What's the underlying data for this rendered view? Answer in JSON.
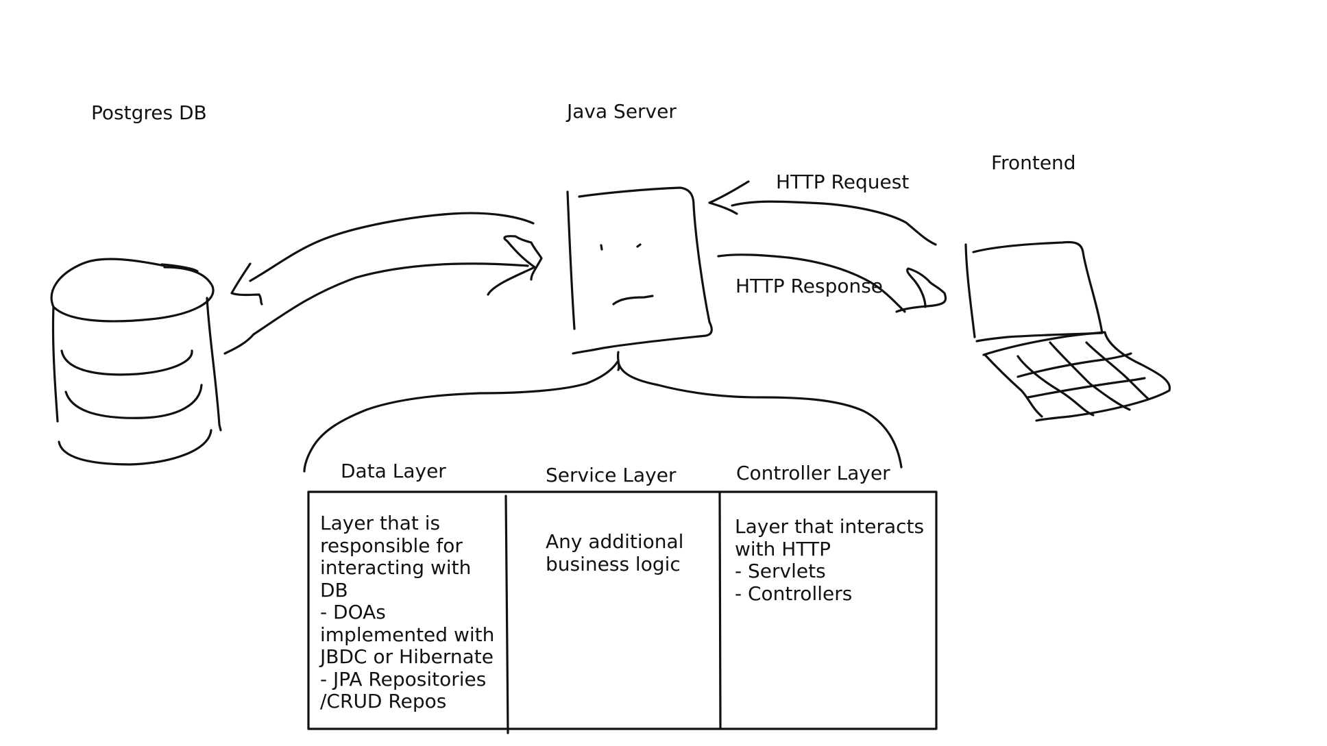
{
  "labels": {
    "postgres": "Postgres DB",
    "java_server": "Java Server",
    "frontend": "Frontend",
    "http_request": "HTTP Request",
    "http_response": "HTTP Response"
  },
  "layers": {
    "data": {
      "title": "Data Layer",
      "body": "Layer that is\nresponsible for\ninteracting with\nDB\n- DOAs\nimplemented with\nJBDC or Hibernate\n- JPA Repositories\n/CRUD Repos"
    },
    "service": {
      "title": "Service Layer",
      "body": "Any additional\nbusiness logic"
    },
    "controller": {
      "title": "Controller Layer",
      "body": "Layer that interacts\nwith HTTP\n- Servlets\n- Controllers"
    }
  },
  "icons": [
    "database-icon",
    "server-face-icon",
    "laptop-icon"
  ]
}
